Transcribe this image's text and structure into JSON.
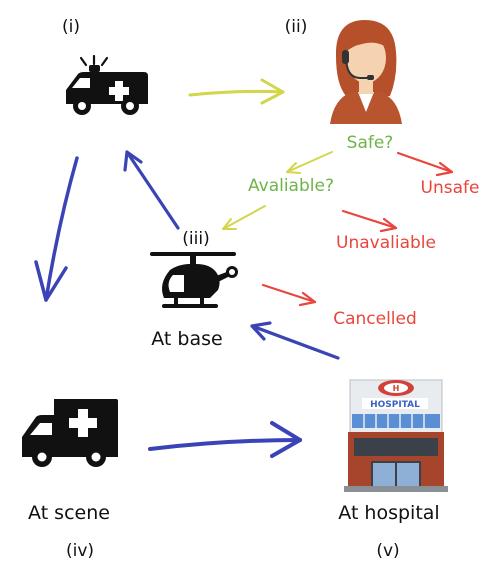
{
  "nodes": {
    "ambulance_top": {
      "numeral": "(i)"
    },
    "dispatcher": {
      "numeral": "(ii)"
    },
    "helicopter": {
      "numeral": "(iii)",
      "caption": "At base"
    },
    "ambulance_scene": {
      "numeral": "(iv)",
      "caption": "At scene"
    },
    "hospital": {
      "numeral": "(v)",
      "caption": "At hospital",
      "sign": "HOSPITAL"
    }
  },
  "decisions": {
    "safe": "Safe?",
    "unsafe": "Unsafe",
    "available": "Avaliable?",
    "unavailable": "Unavaliable",
    "cancelled": "Cancelled"
  },
  "colors": {
    "positive": "#6fb34a",
    "negative": "#e8463c",
    "flow": "#3a44b4",
    "dispatch": "#d2d64a",
    "icon": "#111111",
    "person_hair": "#b5502a",
    "person_skin": "#f6d3b0",
    "person_shirt": "#b9552e",
    "hospital_wall": "#e9ecef",
    "hospital_sign": "#3c63c4",
    "hospital_brick": "#a6452c"
  }
}
